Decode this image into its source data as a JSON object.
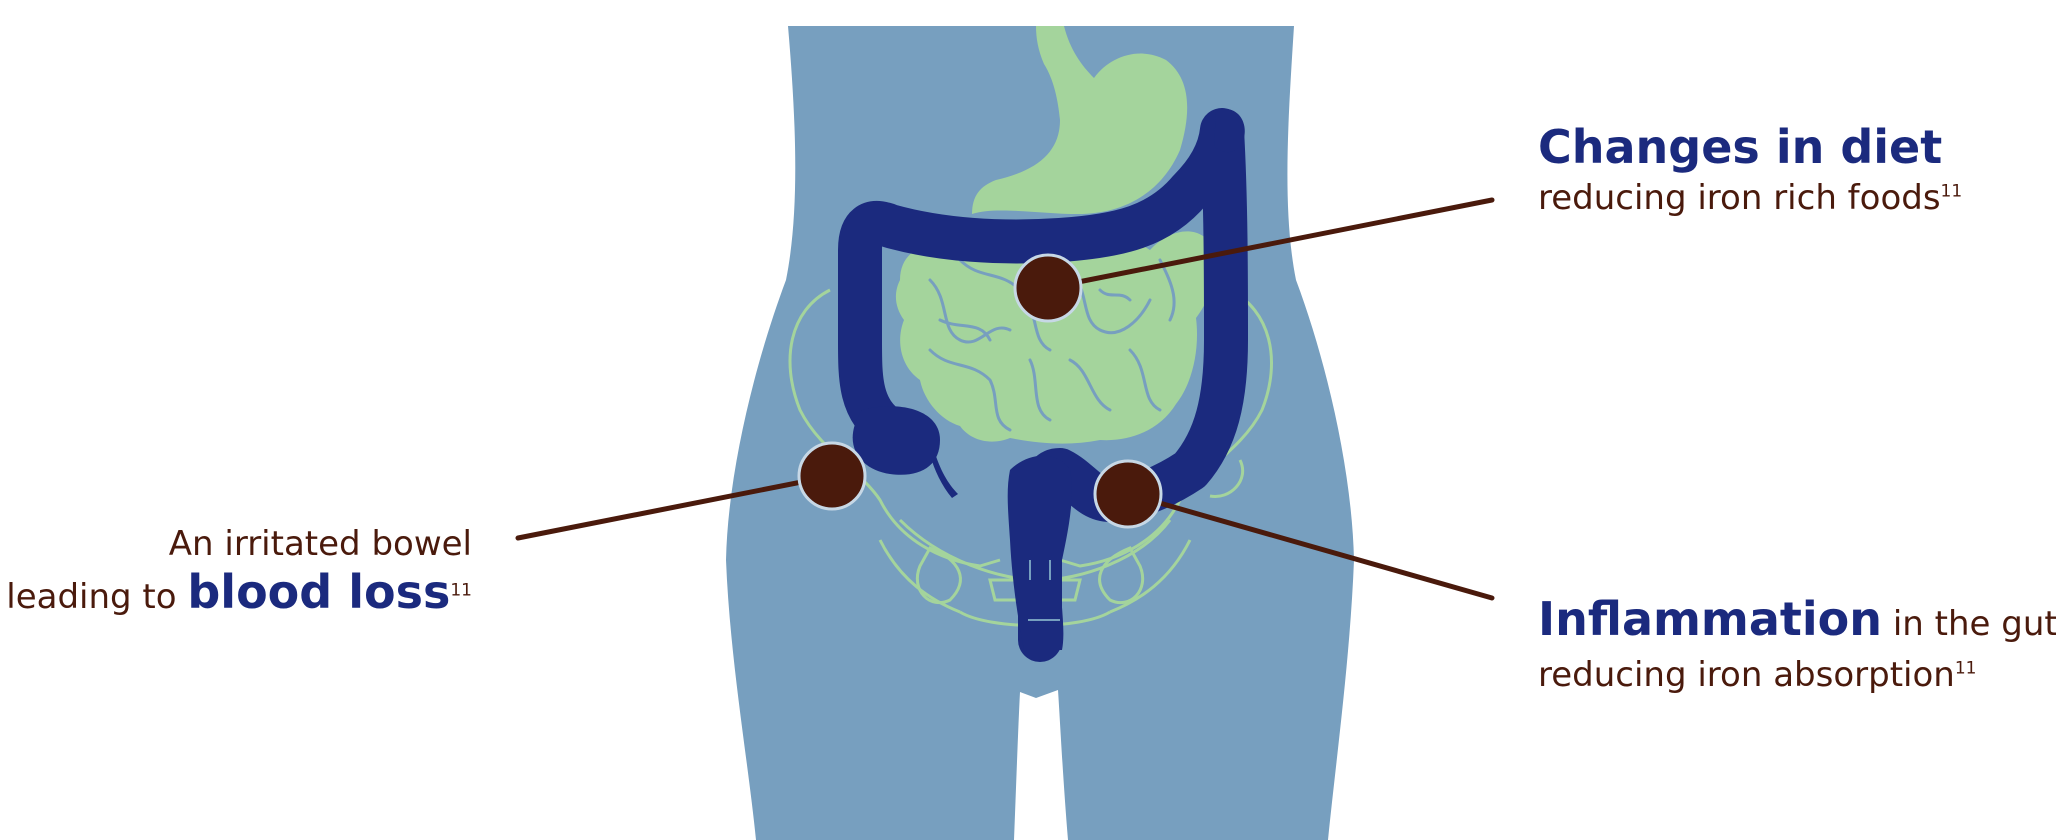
{
  "colors": {
    "body": "#779fbf",
    "stomach_intestine": "#a4d49c",
    "colon": "#1b2a7e",
    "pelvis_outline": "#a4d49c",
    "marker": "#4a1a0c",
    "headline": "#1b2a7e",
    "text": "#4a1a0c"
  },
  "icons": [
    "torso-figure",
    "stomach-icon",
    "small-intestine-icon",
    "colon-icon",
    "pelvis-icon"
  ],
  "callouts": {
    "diet": {
      "headline": "Changes in diet",
      "text": "reducing iron rich foods",
      "ref": "11"
    },
    "bleed": {
      "line1": "An irritated bowel",
      "prefix": "leading to ",
      "headline": "blood loss",
      "ref": "11"
    },
    "inflammation": {
      "headline": "Inflammation",
      "suffix": " in the gut",
      "text": "reducing iron absorption",
      "ref": "11"
    }
  }
}
